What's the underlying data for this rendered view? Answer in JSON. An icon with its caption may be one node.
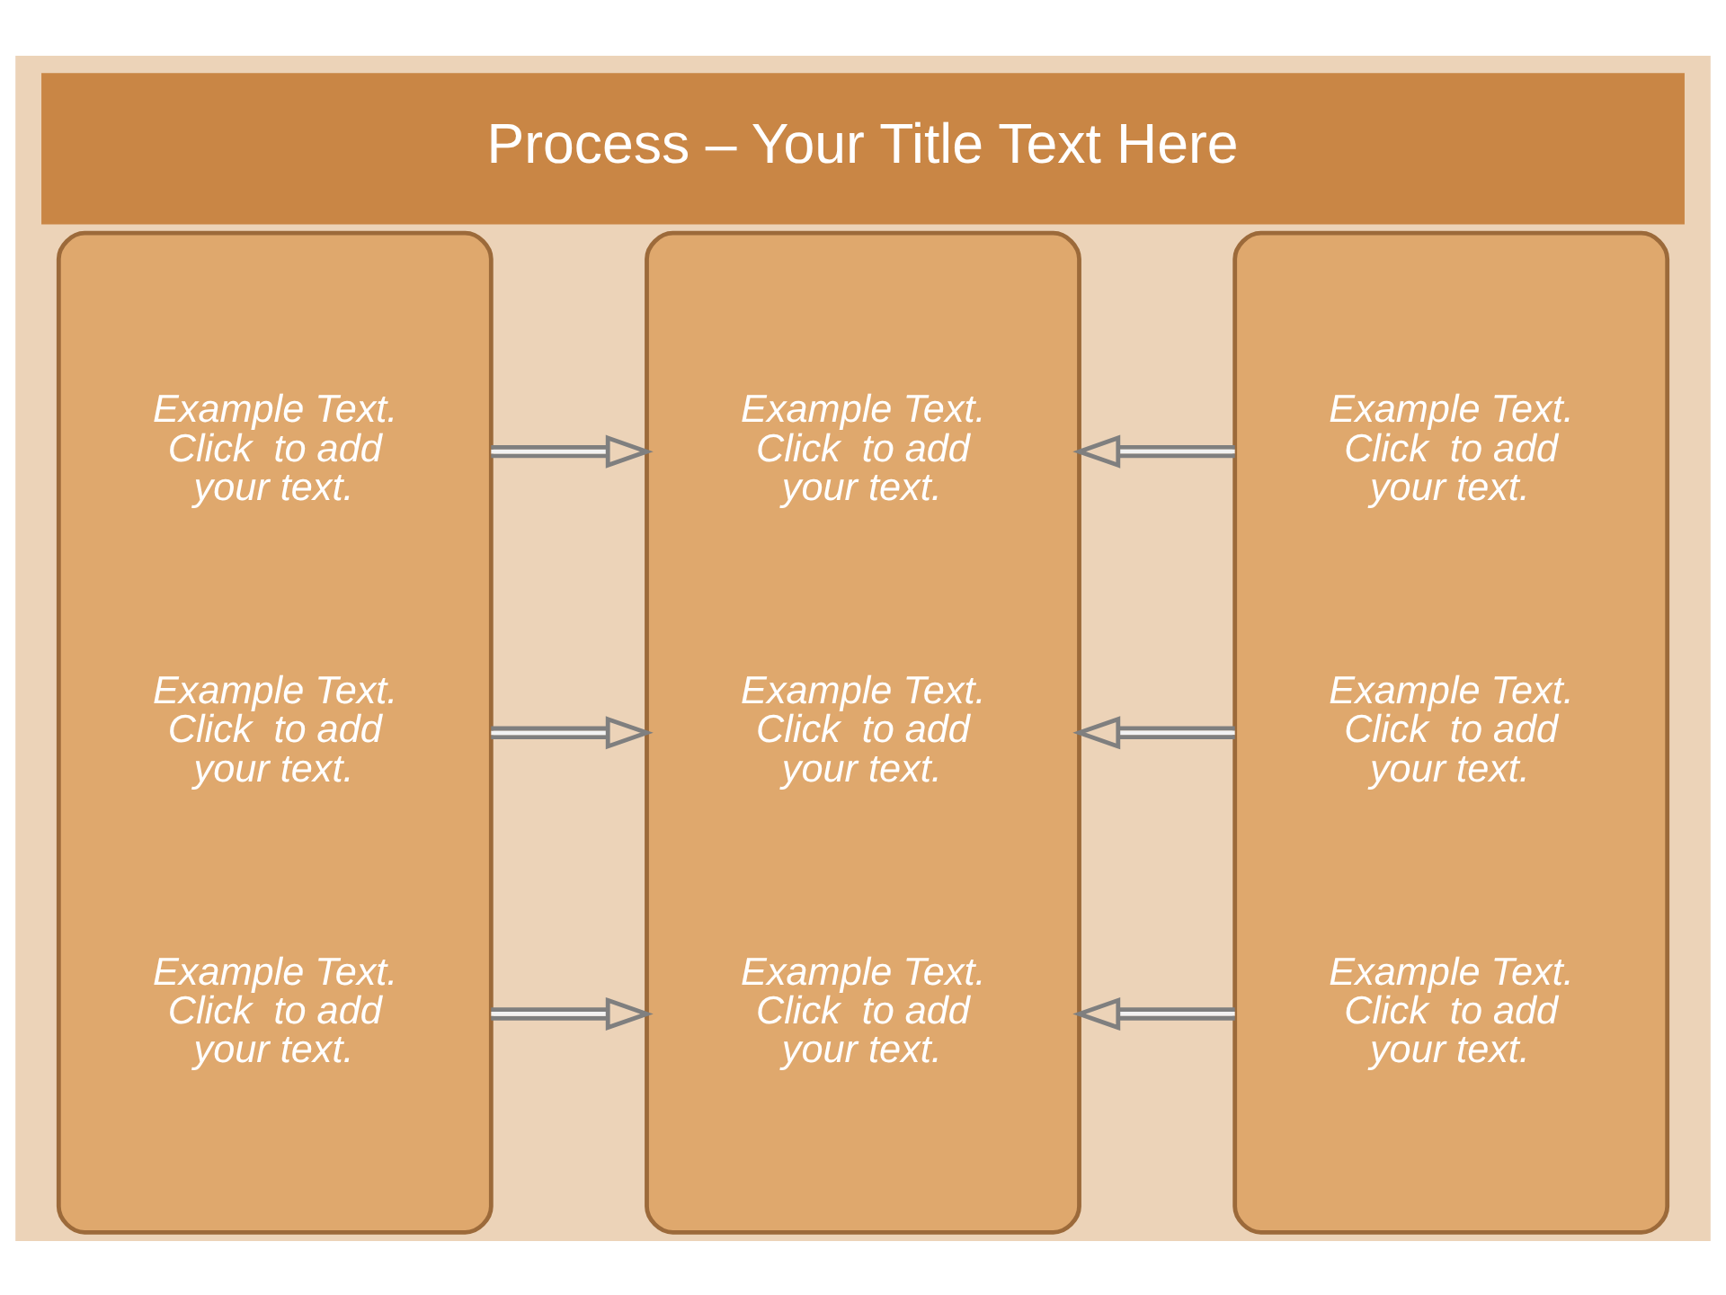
{
  "diagram": {
    "title": "Process – Your Title Text Here",
    "nodes": [
      {
        "text": [
          "Example Text. Click  to add your text.",
          "Example Text. Click  to add your text.",
          "Example Text. Click  to add your text."
        ]
      },
      {
        "text": [
          "Example Text. Click  to add your text.",
          "Example Text. Click  to add your text.",
          "Example Text. Click  to add your text."
        ]
      },
      {
        "text": [
          "Example Text. Click  to add your text.",
          "Example Text. Click  to add your text.",
          "Example Text. Click  to add your text."
        ]
      }
    ],
    "edges": [
      {
        "from": 0,
        "to": 1,
        "arrow": "to"
      },
      {
        "from": 0,
        "to": 1,
        "arrow": "to"
      },
      {
        "from": 0,
        "to": 1,
        "arrow": "to"
      },
      {
        "from": 2,
        "to": 1,
        "arrow": "to"
      },
      {
        "from": 2,
        "to": 1,
        "arrow": "to"
      },
      {
        "from": 2,
        "to": 1,
        "arrow": "to"
      }
    ]
  }
}
